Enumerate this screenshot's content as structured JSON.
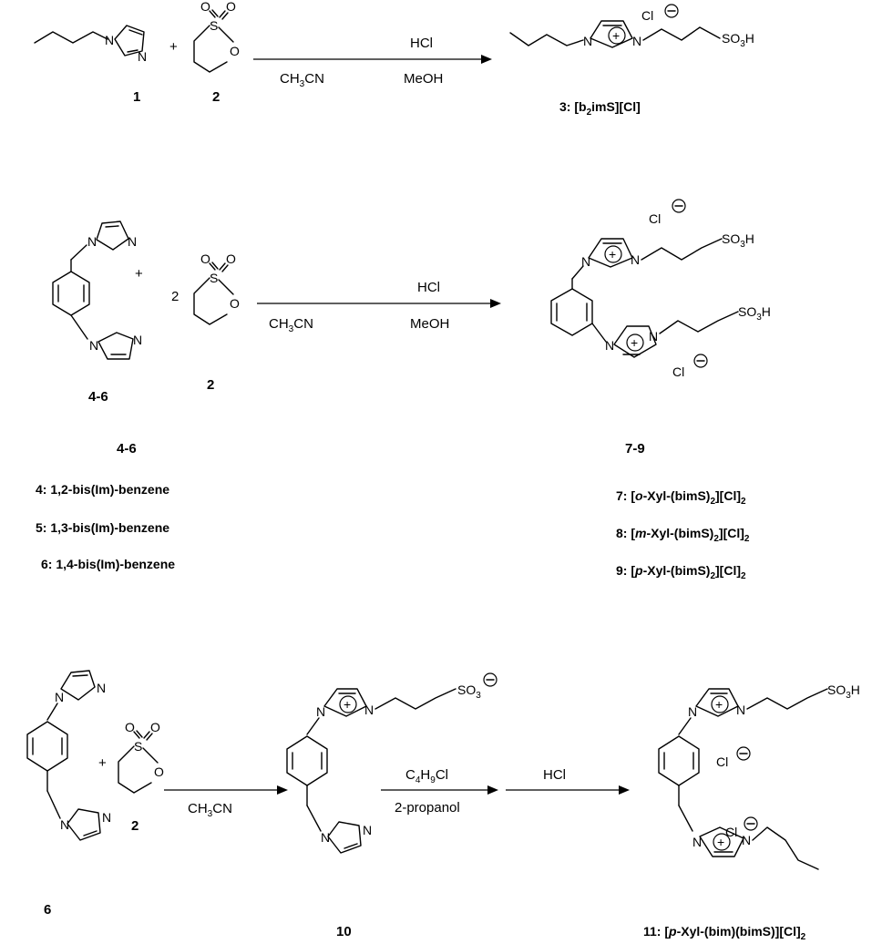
{
  "scheme1": {
    "reactant1_num": "1",
    "reactant2_num": "2",
    "plus": "+",
    "arrow_above": "HCl",
    "arrow_below_left": "CH3CN",
    "arrow_below_right": "MeOH",
    "product_label_num": "3:",
    "product_label_name": "[b2imS][Cl]",
    "counterion": "Cl"
  },
  "scheme2": {
    "coefficient": "2",
    "plus": "+",
    "reactant_left_num": "4-6",
    "reactant_right_num": "2",
    "arrow_above": "HCl",
    "arrow_below_left": "CH3CN",
    "arrow_below_right": "MeOH",
    "reactant_group_label": "4-6",
    "reactant_list": [
      {
        "num": "4:",
        "name": "1,2-bis(Im)-benzene"
      },
      {
        "num": "5:",
        "name": "1,3-bis(Im)-benzene"
      },
      {
        "num": "6:",
        "name": "1,4-bis(Im)-benzene"
      }
    ],
    "product_group_label": "7-9",
    "product_list": [
      {
        "num": "7:",
        "prefix": "o"
      },
      {
        "num": "8:",
        "prefix": "m"
      },
      {
        "num": "9:",
        "prefix": "p"
      }
    ],
    "product_name_tail": "-Xyl-(bimS)",
    "product_name_end": "[Cl]",
    "counterion": "Cl"
  },
  "scheme3": {
    "reactant_left_num": "6",
    "reactant_right_num": "2",
    "plus": "+",
    "step1_below": "CH3CN",
    "intermediate_num": "10",
    "step2_above": "C4H9Cl",
    "step2_below": "2-propanol",
    "step3_above": "HCl",
    "product_num": "11:",
    "product_name": "[p-Xyl-(bim)(bimS)][Cl]2",
    "counterion": "Cl"
  },
  "common": {
    "sulfonic_acid": "SO3H",
    "sulfonate": "SO3",
    "nitrogen": "N",
    "sulfur": "S",
    "oxygen": "O",
    "plus_charge": "+",
    "minus_charge": "−"
  }
}
